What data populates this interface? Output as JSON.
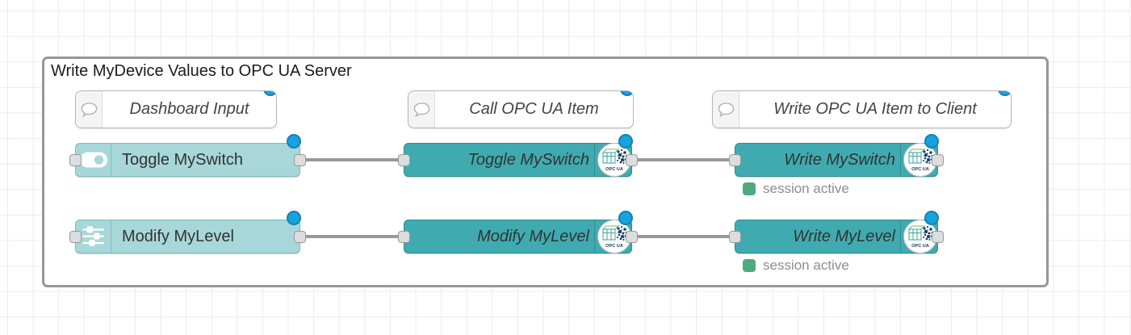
{
  "group": {
    "title": "Write MyDevice Values to OPC UA Server"
  },
  "comments": [
    {
      "label": "Dashboard Input"
    },
    {
      "label": "Call OPC UA Item"
    },
    {
      "label": "Write OPC UA Item to Client"
    }
  ],
  "nodes": {
    "toggle_myswitch_ui": {
      "label": "Toggle MySwitch",
      "icon": "toggle-switch-icon"
    },
    "modify_mylevel_ui": {
      "label": "Modify MyLevel",
      "icon": "sliders-icon"
    },
    "toggle_myswitch_opcua": {
      "label": "Toggle MySwitch",
      "icon": "opcua-badge-icon"
    },
    "modify_mylevel_opcua": {
      "label": "Modify MyLevel",
      "icon": "opcua-badge-icon"
    },
    "write_myswitch_opcua": {
      "label": "Write MySwitch",
      "icon": "opcua-badge-icon",
      "status": "session active"
    },
    "write_mylevel_opcua": {
      "label": "Write MyLevel",
      "icon": "opcua-badge-icon",
      "status": "session active"
    }
  },
  "badge": {
    "label": "OPC UA"
  },
  "colors": {
    "node_light": "#a7d7d9",
    "node_dark": "#3fabb0",
    "wire": "#999999",
    "port_fill": "#dddddd",
    "changed_marker_blue": "#18a2de",
    "status_green": "#4fa97e",
    "grid_line": "#ececec"
  }
}
